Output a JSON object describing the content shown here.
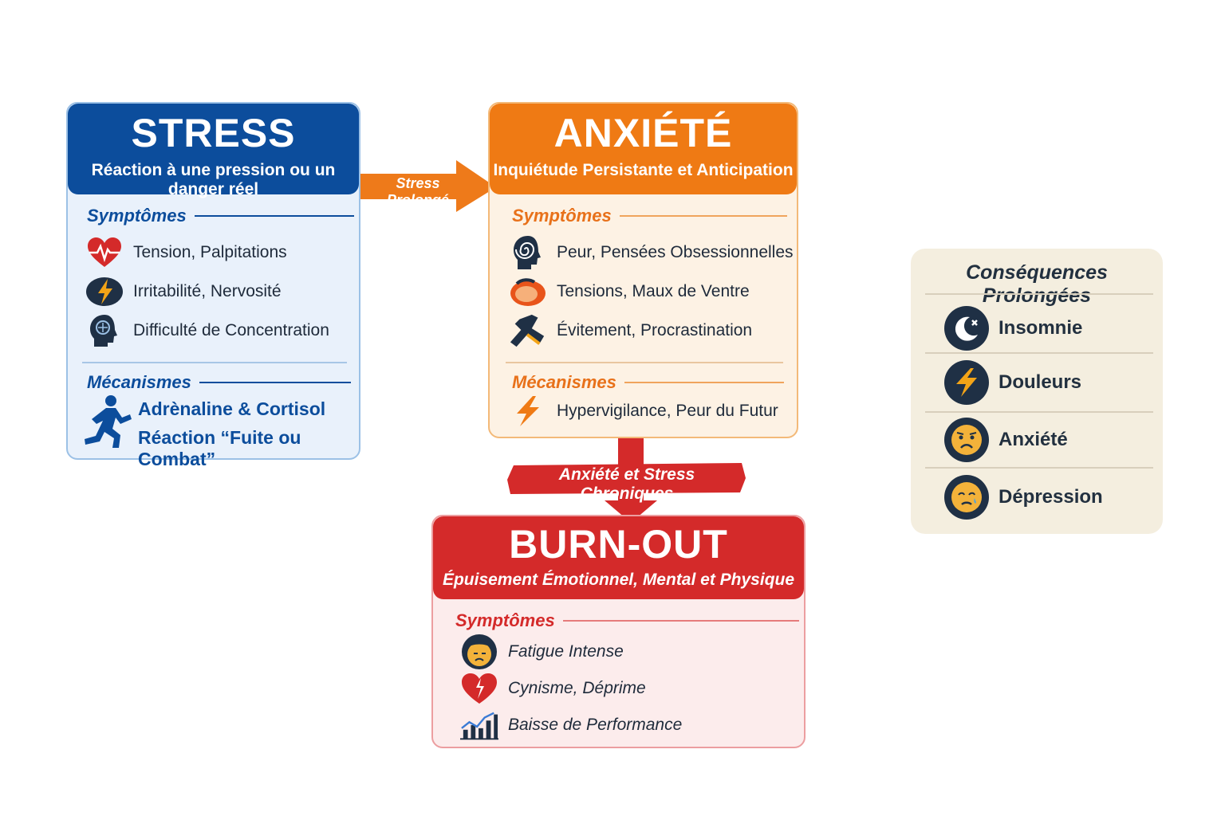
{
  "stress": {
    "title": "STRESS",
    "subtitle": "Réaction à une pression ou un danger réel",
    "symptoms_heading": "Symptômes",
    "symptoms": [
      "Tension, Palpitations",
      "Irritabilité, Nervosité",
      "Difficulté de Concentration"
    ],
    "mechanisms_heading": "Mécanismes",
    "mechanisms": [
      "Adrènaline & Cortisol",
      "Réaction “Fuite ou Combat”"
    ]
  },
  "arrow_stress_anxiety": {
    "label": "Stress Prolongé"
  },
  "anxiety": {
    "title": "ANXIÉTÉ",
    "subtitle": "Inquiétude Persistante et Anticipation",
    "symptoms_heading": "Symptômes",
    "symptoms": [
      "Peur, Pensées Obsessionnelles",
      "Tensions, Maux de Ventre",
      "Évitement, Procrastination"
    ],
    "mechanisms_heading": "Mécanismes",
    "mechanisms": [
      "Hypervigilance, Peur du Futur"
    ]
  },
  "arrow_anxiety_burnout": {
    "label": "Anxiété et Stress Chroniques"
  },
  "burnout": {
    "title": "BURN-OUT",
    "subtitle": "Épuisement Émotionnel, Mental et Physique",
    "symptoms_heading": "Symptômes",
    "symptoms": [
      "Fatigue Intense",
      "Cynisme, Déprime",
      "Baisse de Performance"
    ]
  },
  "consequences": {
    "title": "Conséquences Prolongées",
    "items": [
      {
        "label": "Insomnie",
        "icon": "moon-icon"
      },
      {
        "label": "Douleurs",
        "icon": "lightning-icon"
      },
      {
        "label": "Anxiété",
        "icon": "worried-face-icon"
      },
      {
        "label": "Dépression",
        "icon": "sad-face-icon"
      }
    ]
  },
  "colors": {
    "stress": "#0c4d9c",
    "anxiety": "#ef7a14",
    "burnout": "#d42a2a",
    "consequences_bg": "#f4eedf"
  }
}
